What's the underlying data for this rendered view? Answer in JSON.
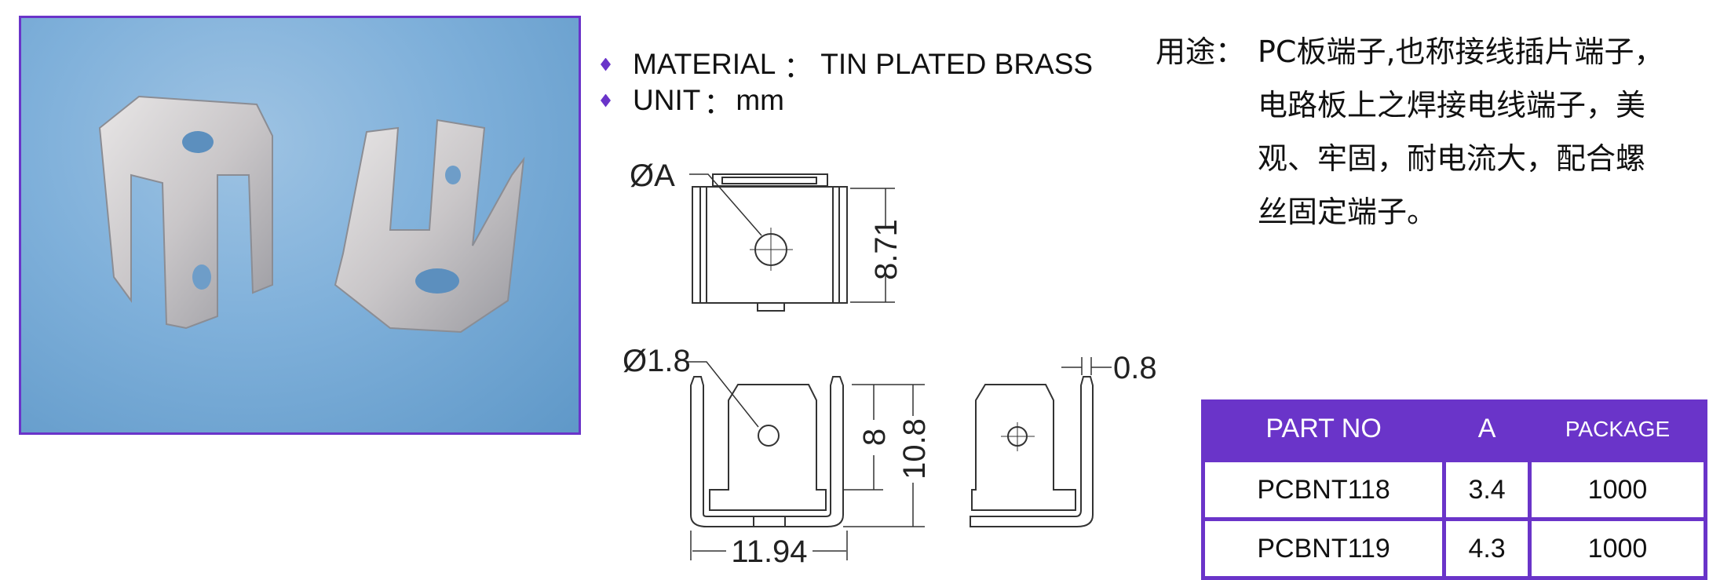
{
  "photo": {
    "subject": "product-photo"
  },
  "specs": [
    {
      "label": "MATERIAL",
      "separator": "：",
      "value": "TIN PLATED BRASS"
    },
    {
      "label": "UNIT",
      "separator": "：",
      "value": "mm"
    }
  ],
  "usage": {
    "label": "用途：",
    "lines": [
      "PC板端子,也称接线插片端子，",
      "电路板上之焊接电线端子，美",
      "观、牢固，耐电流大，配合螺",
      "丝固定端子。"
    ]
  },
  "drawing": {
    "hole_a": "ØA",
    "height_top": "8.71",
    "hole_small": "Ø1.8",
    "tab_height": "8",
    "total_height": "10.8",
    "width": "11.94",
    "thickness": "0.8"
  },
  "table": {
    "headers": [
      "PART NO",
      "A",
      "PACKAGE"
    ],
    "rows": [
      [
        "PCBNT118",
        "3.4",
        "1000"
      ],
      [
        "PCBNT119",
        "4.3",
        "1000"
      ]
    ]
  },
  "colors": {
    "accent": "#6a34c9"
  }
}
